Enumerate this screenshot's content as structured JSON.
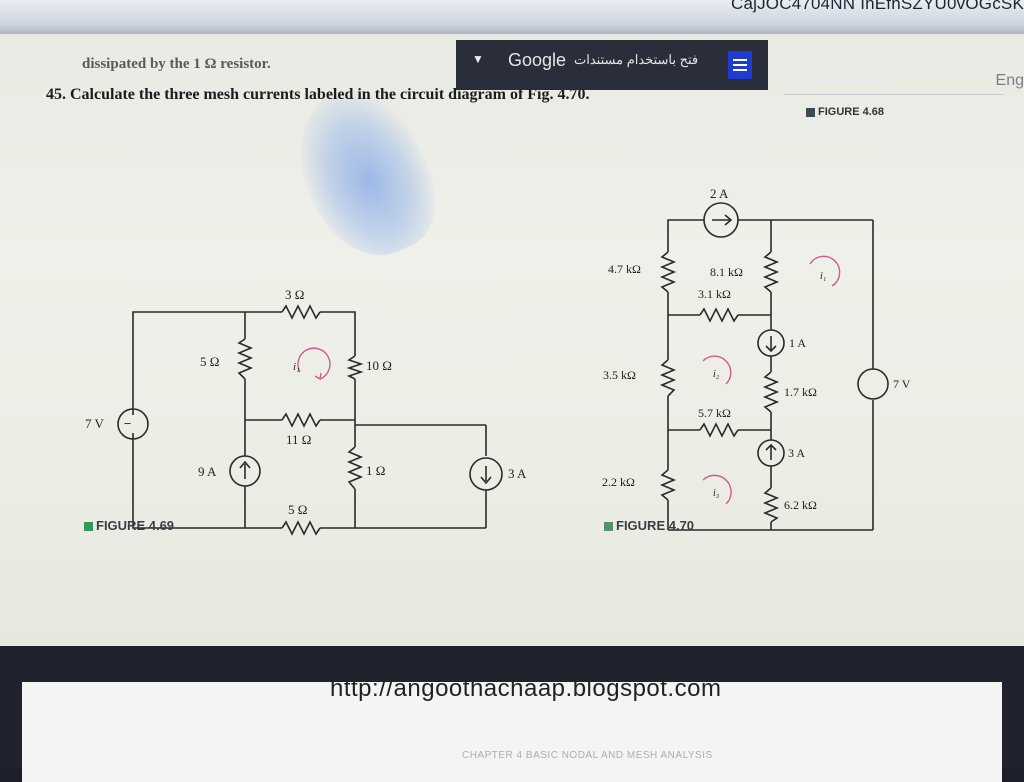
{
  "browser": {
    "url_fragment": "CajJOC4704NN InEfhSZYU0vOGcSK"
  },
  "question_44": {
    "text": "dissipated by the 1 Ω resistor."
  },
  "question_45": {
    "text": "45. Calculate the three mesh currents labeled in the circuit diagram of Fig. 4.70."
  },
  "figure_labels": {
    "top_right": "FIGURE 4.68",
    "left": "FIGURE 4.69",
    "right": "FIGURE 4.70"
  },
  "translate_bar": {
    "engine": "Google",
    "arabic_text": "فتح باستخدام مستندات"
  },
  "language_hint": "Eng",
  "figure_4_69": {
    "labels": {
      "r_top": "3 Ω",
      "r_left": "5 Ω",
      "r_mid": "10 Ω",
      "r_h": "11 Ω",
      "r_bottom": "5 Ω",
      "r_right": "1 Ω",
      "v_source": "7 V",
      "i_source_left": "9 A",
      "i_source_right": "3 A",
      "mesh_i1": "i₁"
    }
  },
  "figure_4_70": {
    "labels": {
      "i_top": "2 A",
      "r1": "4.7 kΩ",
      "r2": "8.1 kΩ",
      "r3": "3.1 kΩ",
      "i_mid": "1 A",
      "r4": "3.5 kΩ",
      "r5": "1.7 kΩ",
      "r6": "5.7 kΩ",
      "i_low": "3 A",
      "r7": "2.2 kΩ",
      "r8": "6.2 kΩ",
      "v_source": "7 V",
      "mesh_i1": "i₁",
      "mesh_i2": "i₂",
      "mesh_i3": "i₃"
    }
  },
  "footer": {
    "blog_url": "http://angoothachaap.blogspot.com",
    "chapter": "CHAPTER 4  BASIC NODAL AND MESH ANALYSIS"
  }
}
